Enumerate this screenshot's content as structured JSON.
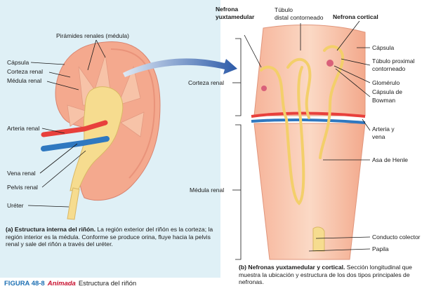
{
  "labels": {
    "piramides": "Pirámides renales (médula)",
    "capsula_left": "Cápsula",
    "corteza_left": "Corteza renal",
    "medula_left": "Médula renal",
    "arteria_renal": "Arteria renal",
    "vena_renal": "Vena renal",
    "pelvis_renal": "Pelvis renal",
    "ureter": "Uréter",
    "nefrona_yuxta_1": "Nefrona",
    "nefrona_yuxta_2": "yuxtamedular",
    "tubulo_distal_1": "Túbulo",
    "tubulo_distal_2": "distal contorneado",
    "nefrona_cortical": "Nefrona cortical",
    "capsula_right": "Cápsula",
    "tubulo_proximal_1": "Túbulo proximal",
    "tubulo_proximal_2": "contorneado",
    "glomerulo": "Glomérulo",
    "capsula_bowman_1": "Cápsula de",
    "capsula_bowman_2": "Bowman",
    "arteria_vena_1": "Arteria y",
    "arteria_vena_2": "vena",
    "asa_henle": "Asa de Henle",
    "corteza_right": "Corteza renal",
    "medula_right": "Médula renal",
    "conducto_colector": "Conducto colector",
    "papila": "Papila"
  },
  "caption_a": {
    "bold": "(a) Estructura interna del riñón.",
    "text": " La región exterior del riñón es la corteza; la región interior es la médula. Conforme se produce orina, fluye hacia la pelvis renal y sale del riñón a través del uréter."
  },
  "caption_b": {
    "bold": "(b) Nefronas yuxtamedular y cortical.",
    "text": " Sección longitudinal que muestra la ubicación y estructura de los dos tipos principales de nefronas."
  },
  "figure": {
    "number": "FIGURA 48-8",
    "animated": "Animada",
    "title": "Estructura del riñón"
  },
  "colors": {
    "panel_bg": "#dff0f6",
    "kidney": "#f4a98e",
    "medulla": "#f7c3a8",
    "pelvis": "#f6dc8f",
    "artery": "#e8403c",
    "vein": "#2f78c0",
    "figure_number": "#1c6fb3",
    "animated": "#c8102e"
  }
}
